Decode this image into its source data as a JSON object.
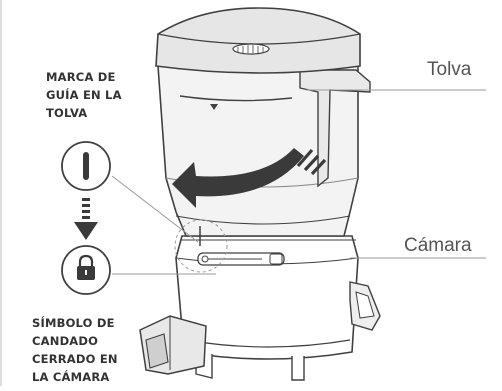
{
  "labels": {
    "hopper": "Tolva",
    "chamber": "Cámara"
  },
  "captions": {
    "hopper_guide_mark": [
      "MARCA DE",
      "GUÍA EN LA",
      "TOLVA"
    ],
    "chamber_lock_symbol": [
      "SÍMBOLO DE",
      "CANDADO",
      "CERRADO EN",
      "LA CÁMARA"
    ]
  },
  "icons": {
    "guide_mark": "vertical-bar-icon",
    "arrow": "arrow-down-icon",
    "lock": "padlock-closed-icon",
    "rotation": "rotate-counterclockwise-arrow-icon"
  },
  "colors": {
    "line": "#404040",
    "callout_line": "#9a9a9a",
    "lid_fill": "#e6e6e6",
    "hopper_fill": "#f3f3f3",
    "base_fill": "#ffffff",
    "arrow_fill": "#3a3a3a",
    "icon_fill": "#3a3a3a"
  }
}
